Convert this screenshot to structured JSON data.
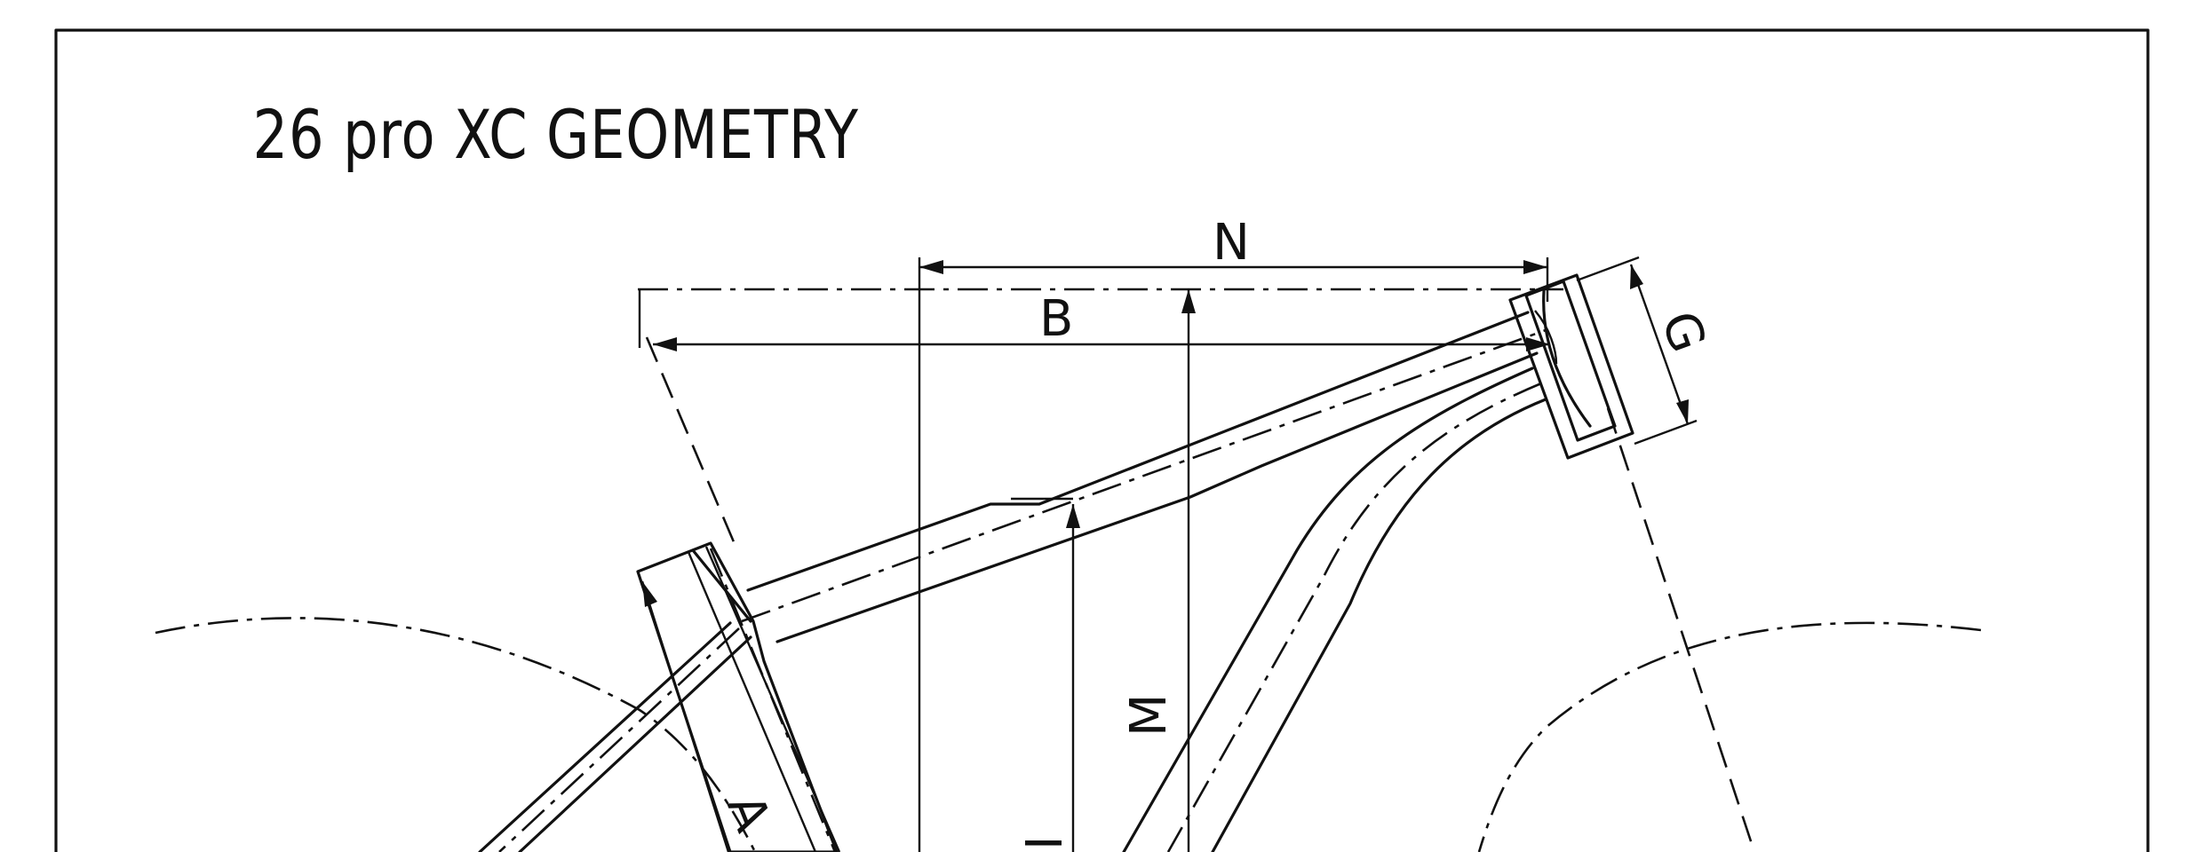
{
  "drawing": {
    "title": "26 pro XC GEOMETRY",
    "labels": {
      "N": "N",
      "B": "B",
      "G": "G",
      "M": "M",
      "A": "A",
      "I": "I"
    }
  }
}
